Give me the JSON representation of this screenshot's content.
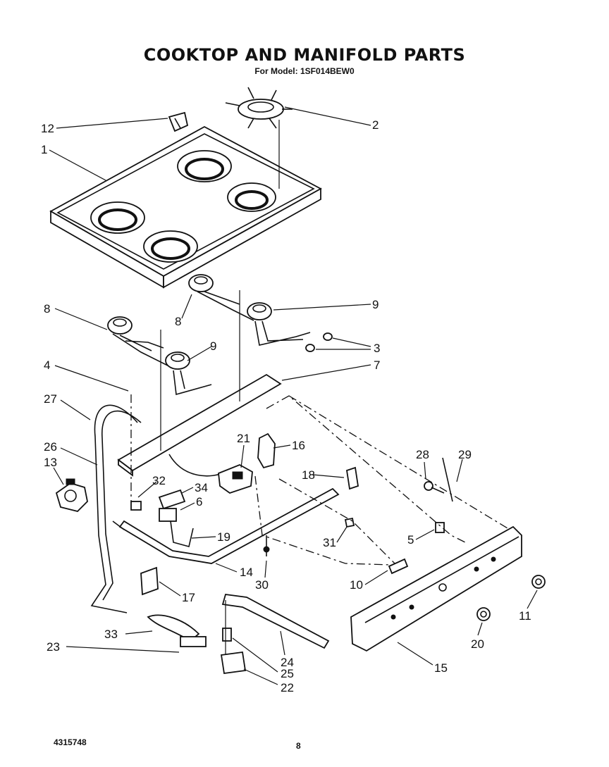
{
  "header": {
    "title": "COOKTOP AND MANIFOLD PARTS",
    "subtitle": "For Model: 1SF014BEW0"
  },
  "footer": {
    "doc_number": "4315748",
    "page": "8"
  },
  "callouts": [
    "12",
    "1",
    "2",
    "8",
    "8",
    "9",
    "9",
    "3",
    "4",
    "7",
    "27",
    "21",
    "16",
    "26",
    "13",
    "28",
    "29",
    "18",
    "32",
    "34",
    "6",
    "19",
    "5",
    "31",
    "14",
    "10",
    "11",
    "30",
    "17",
    "33",
    "20",
    "23",
    "24",
    "15",
    "25",
    "22"
  ]
}
